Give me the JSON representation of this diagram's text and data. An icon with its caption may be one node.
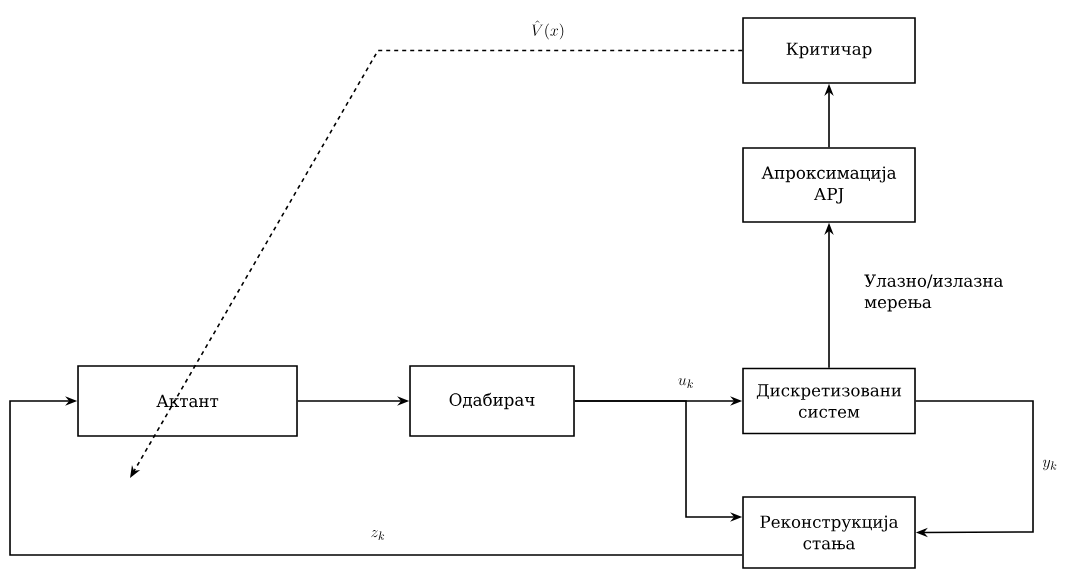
{
  "diagram": {
    "nodes": [
      {
        "text": [
          "Критичар"
        ]
      },
      {
        "text": [
          "Апроксимација АРЈ"
        ]
      },
      {
        "text": [
          "Актант"
        ]
      },
      {
        "text": [
          "Одабирач"
        ]
      },
      {
        "text": [
          "Дискретизовани систем"
        ]
      },
      {
        "text": [
          "Реконструкција стања"
        ]
      }
    ],
    "edges": [
      {
        "from": 1,
        "to": 0,
        "arrow": "to"
      },
      {
        "from": 4,
        "to": 1,
        "arrow": "to",
        "label": "Улазно/излазна мерења"
      },
      {
        "from": 2,
        "to": 3,
        "arrow": "to"
      },
      {
        "from": 3,
        "to": 4,
        "arrow": "to",
        "label": "u_k"
      },
      {
        "from": 3,
        "to": 5,
        "arrow": "to"
      },
      {
        "from": 4,
        "to": 5,
        "arrow": "to",
        "label": "y_k"
      },
      {
        "from": 5,
        "to": 2,
        "arrow": "to",
        "label": "z_k"
      },
      {
        "from": 0,
        "to": null,
        "arrow": "to",
        "label": "\\hat{V}(x)",
        "style": "dashed"
      }
    ]
  }
}
